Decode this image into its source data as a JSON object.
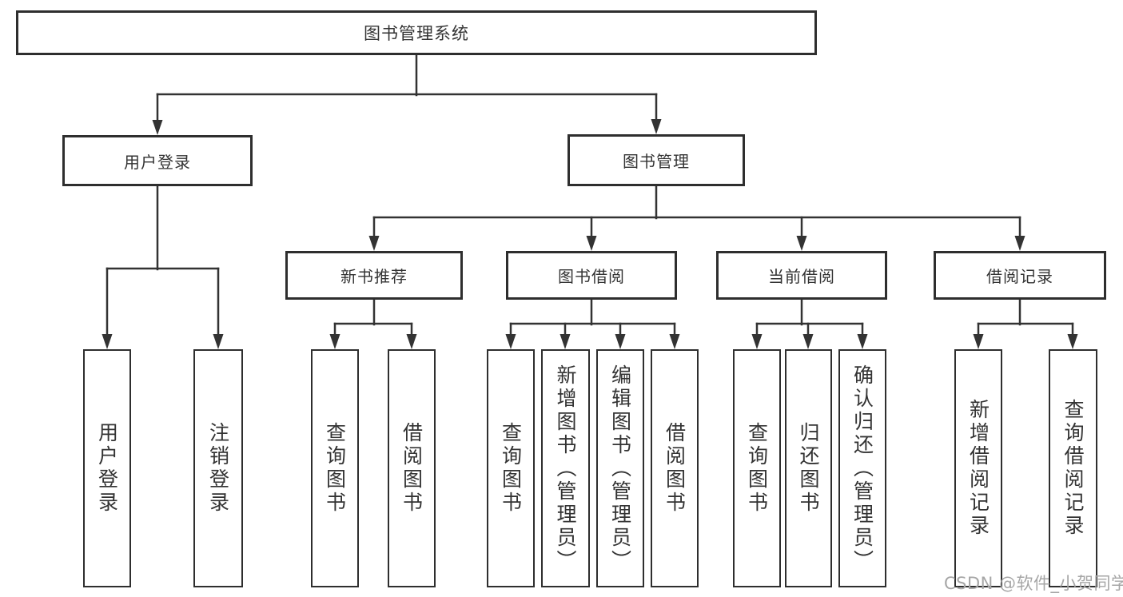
{
  "diagram": {
    "title_box": "图书管理系统",
    "level2": [
      "用户登录",
      "图书管理"
    ],
    "level3": [
      "新书推荐",
      "图书借阅",
      "当前借阅",
      "借阅记录"
    ],
    "leaves_user_login": [
      "用户登录",
      "注销登录"
    ],
    "leaves_new_book": [
      "查询图书",
      "借阅图书"
    ],
    "leaves_book_borrow": [
      "查询图书",
      "新增图书（管理员）",
      "编辑图书（管理员）",
      "借阅图书"
    ],
    "leaves_current_borrow": [
      "查询图书",
      "归还图书",
      "确认归还（管理员）"
    ],
    "leaves_borrow_record": [
      "新增借阅记录",
      "查询借阅记录"
    ],
    "watermark": "CSDN @软件_小贺同学",
    "colors": {
      "line": "#333333",
      "text": "#333333",
      "background": "#ffffff",
      "watermark": "#a6a6a6"
    }
  }
}
